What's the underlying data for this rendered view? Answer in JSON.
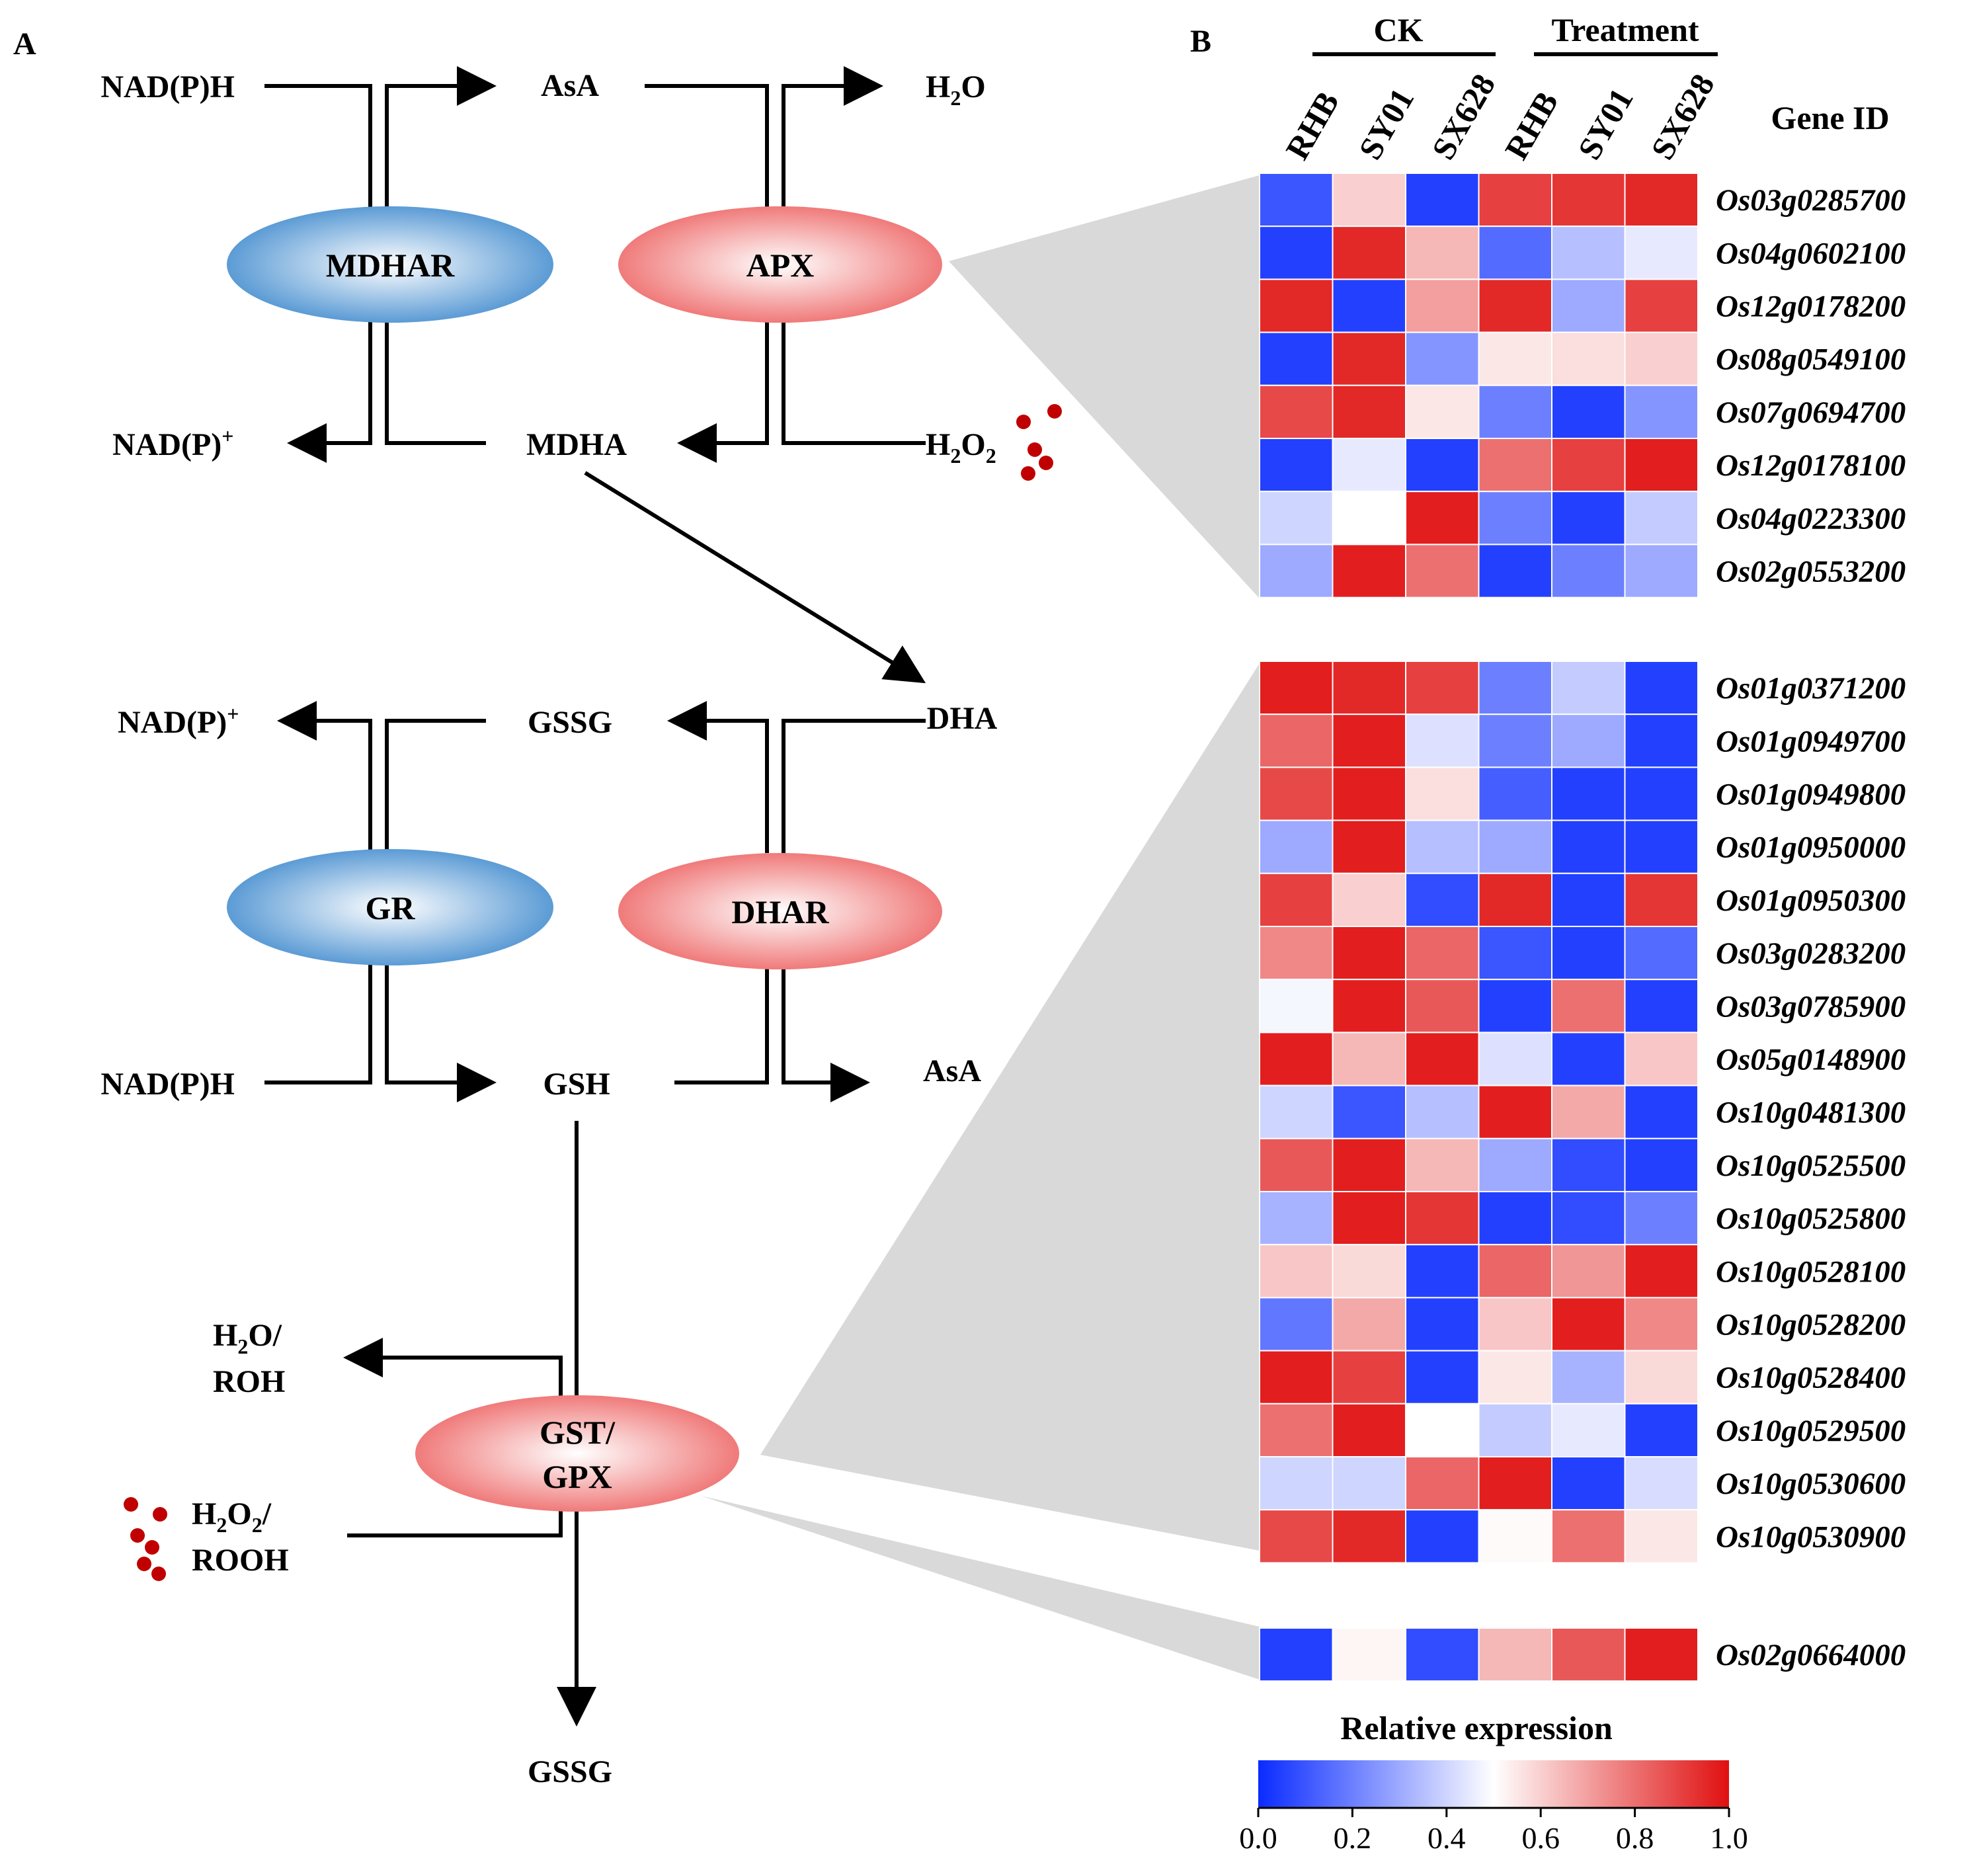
{
  "panel_a": {
    "label": "A",
    "enzymes": {
      "mdhar": "MDHAR",
      "apx": "APX",
      "gr": "GR",
      "dhar": "DHAR",
      "gst_line1": "GST/",
      "gst_line2": "GPX"
    },
    "metabolites": {
      "nadph_top": "NAD(P)H",
      "nadp_top": "NAD(P)",
      "asa_top": "AsA",
      "mdha": "MDHA",
      "h2o_main": "H",
      "h2o_sub": "2",
      "h2o_tail": "O",
      "h2o2_main": "H",
      "h2o2_sub1": "2",
      "h2o2_o": "O",
      "h2o2_sub2": "2",
      "dha": "DHA",
      "gssg_mid": "GSSG",
      "nadp_mid": "NAD(P)",
      "plus": "+",
      "nadph_mid": "NAD(P)H",
      "gsh": "GSH",
      "asa_mid": "AsA",
      "h2o_roh_1": "H",
      "h2o_roh_sub": "2",
      "h2o_roh_tail": "O/",
      "roh": "ROH",
      "rooh_h": "H",
      "rooh_sub1": "2",
      "rooh_o": "O",
      "rooh_sub2": "2",
      "rooh_slash": "/",
      "rooh": "ROOH",
      "gssg_bottom": "GSSG"
    },
    "colors": {
      "blue_enzyme": "#5b9bd5",
      "red_enzyme": "#f07a7a",
      "ros_dots": "#c00000"
    }
  },
  "panel_b": {
    "label": "B",
    "group_ck": "CK",
    "group_treatment": "Treatment",
    "gene_id_header": "Gene ID",
    "legend_title": "Relative expression",
    "legend_ticks": [
      "0.0",
      "0.2",
      "0.4",
      "0.6",
      "0.8",
      "1.0"
    ],
    "colors": {
      "low": "#0a2bff",
      "mid": "#ffffff",
      "high": "#e01010"
    }
  },
  "chart_data": {
    "type": "heatmap",
    "columns": [
      "RHB",
      "SY01",
      "SX628",
      "RHB",
      "SY01",
      "SX628"
    ],
    "column_groups": [
      {
        "name": "CK",
        "columns": [
          0,
          1,
          2
        ]
      },
      {
        "name": "Treatment",
        "columns": [
          3,
          4,
          5
        ]
      }
    ],
    "value_range": [
      0,
      1
    ],
    "blocks": [
      {
        "enzyme": "APX",
        "rows": [
          {
            "gene": "Os03g0285700",
            "values": [
              0.1,
              0.6,
              0.05,
              0.9,
              0.92,
              0.95
            ]
          },
          {
            "gene": "Os04g0602100",
            "values": [
              0.05,
              0.95,
              0.65,
              0.15,
              0.35,
              0.45
            ]
          },
          {
            "gene": "Os12g0178200",
            "values": [
              0.95,
              0.05,
              0.7,
              0.95,
              0.3,
              0.9
            ]
          },
          {
            "gene": "Os08g0549100",
            "values": [
              0.05,
              0.95,
              0.25,
              0.55,
              0.57,
              0.6
            ]
          },
          {
            "gene": "Os07g0694700",
            "values": [
              0.88,
              0.95,
              0.55,
              0.2,
              0.05,
              0.25
            ]
          },
          {
            "gene": "Os12g0178100",
            "values": [
              0.05,
              0.45,
              0.05,
              0.8,
              0.9,
              0.97
            ]
          },
          {
            "gene": "Os04g0223300",
            "values": [
              0.4,
              0.5,
              0.97,
              0.2,
              0.05,
              0.38
            ]
          },
          {
            "gene": "Os02g0553200",
            "values": [
              0.3,
              0.97,
              0.8,
              0.05,
              0.2,
              0.3
            ]
          }
        ]
      },
      {
        "enzyme": "GST/GPX",
        "rows": [
          {
            "gene": "Os01g0371200",
            "values": [
              0.97,
              0.95,
              0.9,
              0.2,
              0.38,
              0.05
            ]
          },
          {
            "gene": "Os01g0949700",
            "values": [
              0.82,
              0.97,
              0.43,
              0.2,
              0.3,
              0.05
            ]
          },
          {
            "gene": "Os01g0949800",
            "values": [
              0.88,
              0.97,
              0.57,
              0.12,
              0.05,
              0.05
            ]
          },
          {
            "gene": "Os01g0950000",
            "values": [
              0.3,
              0.97,
              0.35,
              0.3,
              0.05,
              0.05
            ]
          },
          {
            "gene": "Os01g0950300",
            "values": [
              0.9,
              0.6,
              0.08,
              0.95,
              0.05,
              0.92
            ]
          },
          {
            "gene": "Os03g0283200",
            "values": [
              0.75,
              0.97,
              0.82,
              0.1,
              0.05,
              0.15
            ]
          },
          {
            "gene": "Os03g0785900",
            "values": [
              0.48,
              0.97,
              0.85,
              0.05,
              0.8,
              0.05
            ]
          },
          {
            "gene": "Os05g0148900",
            "values": [
              0.97,
              0.65,
              0.97,
              0.43,
              0.05,
              0.62
            ]
          },
          {
            "gene": "Os10g0481300",
            "values": [
              0.4,
              0.1,
              0.35,
              0.97,
              0.68,
              0.05
            ]
          },
          {
            "gene": "Os10g0525500",
            "values": [
              0.85,
              0.97,
              0.65,
              0.3,
              0.08,
              0.05
            ]
          },
          {
            "gene": "Os10g0525800",
            "values": [
              0.32,
              0.97,
              0.92,
              0.05,
              0.08,
              0.2
            ]
          },
          {
            "gene": "Os10g0528100",
            "values": [
              0.62,
              0.58,
              0.05,
              0.82,
              0.72,
              0.97
            ]
          },
          {
            "gene": "Os10g0528200",
            "values": [
              0.18,
              0.68,
              0.05,
              0.62,
              0.97,
              0.75
            ]
          },
          {
            "gene": "Os10g0528400",
            "values": [
              0.97,
              0.9,
              0.05,
              0.55,
              0.32,
              0.58
            ]
          },
          {
            "gene": "Os10g0529500",
            "values": [
              0.8,
              0.97,
              0.5,
              0.38,
              0.45,
              0.05
            ]
          },
          {
            "gene": "Os10g0530600",
            "values": [
              0.4,
              0.4,
              0.82,
              0.97,
              0.05,
              0.42
            ]
          },
          {
            "gene": "Os10g0530900",
            "values": [
              0.88,
              0.95,
              0.05,
              0.51,
              0.8,
              0.55
            ]
          }
        ]
      },
      {
        "enzyme": "GST/GPX",
        "rows": [
          {
            "gene": "Os02g0664000",
            "values": [
              0.05,
              0.52,
              0.08,
              0.65,
              0.85,
              0.97
            ]
          }
        ]
      }
    ]
  }
}
